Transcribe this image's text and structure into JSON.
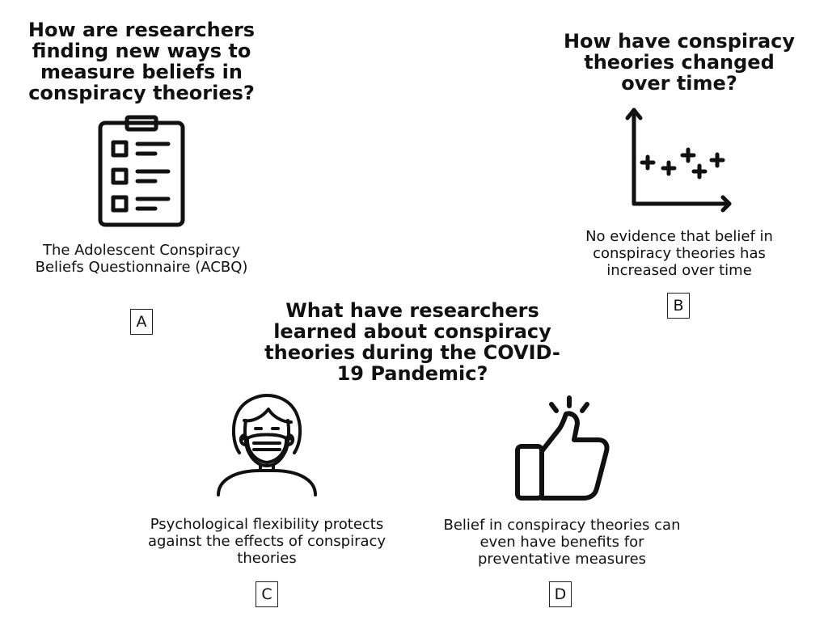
{
  "sections": {
    "a": {
      "question": "How are researchers finding new ways to measure beliefs in conspiracy theories?",
      "caption": "The Adolescent Conspiracy Beliefs Questionnaire (ACBQ)",
      "letter": "A",
      "icon": "clipboard-checklist-icon"
    },
    "b": {
      "question": "How have conspiracy theories changed over time?",
      "caption": "No evidence that belief in conspiracy theories has increased over time",
      "letter": "B",
      "icon": "scatter-plot-icon"
    },
    "center": {
      "question": "What have researchers learned about conspiracy theories during the COVID-19 Pandemic?"
    },
    "c": {
      "caption": "Psychological flexibility protects against the effects of conspiracy theories",
      "letter": "C",
      "icon": "masked-person-icon"
    },
    "d": {
      "caption": "Belief in conspiracy theories can even have benefits for preventative measures",
      "letter": "D",
      "icon": "thumbs-up-icon"
    }
  },
  "colors": {
    "ink": "#111111",
    "background": "#ffffff"
  }
}
